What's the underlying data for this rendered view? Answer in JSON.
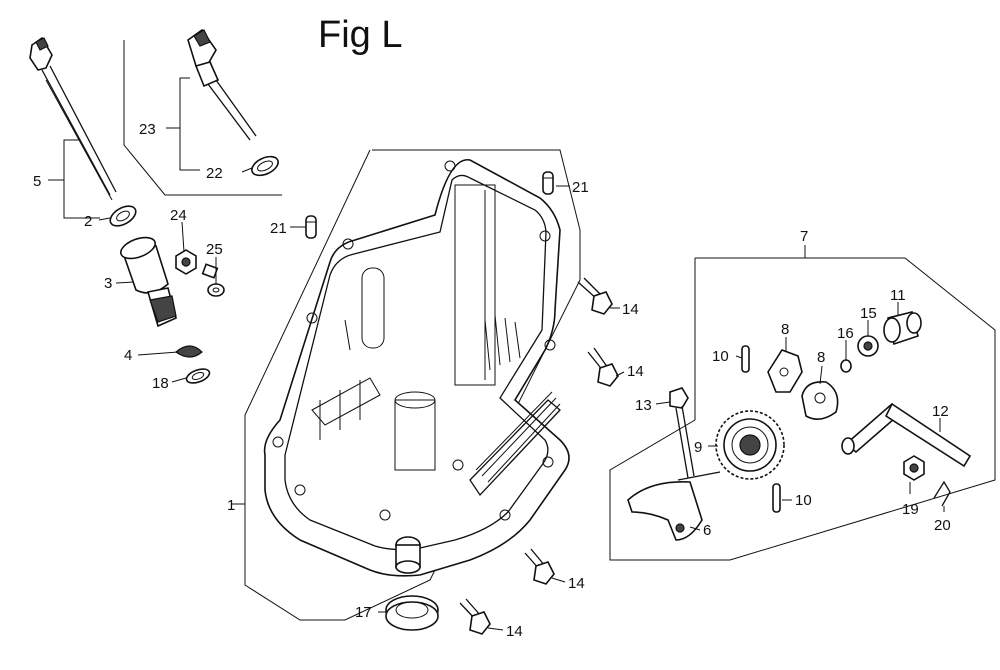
{
  "figure": {
    "title": "Fig L"
  },
  "callouts": [
    {
      "id": "c1",
      "label": "1"
    },
    {
      "id": "c2",
      "label": "2"
    },
    {
      "id": "c3",
      "label": "3"
    },
    {
      "id": "c4",
      "label": "4"
    },
    {
      "id": "c5",
      "label": "5"
    },
    {
      "id": "c6",
      "label": "6"
    },
    {
      "id": "c7",
      "label": "7"
    },
    {
      "id": "c8a",
      "label": "8"
    },
    {
      "id": "c8b",
      "label": "8"
    },
    {
      "id": "c9",
      "label": "9"
    },
    {
      "id": "c10a",
      "label": "10"
    },
    {
      "id": "c10b",
      "label": "10"
    },
    {
      "id": "c11",
      "label": "11"
    },
    {
      "id": "c12",
      "label": "12"
    },
    {
      "id": "c13",
      "label": "13"
    },
    {
      "id": "c14a",
      "label": "14"
    },
    {
      "id": "c14b",
      "label": "14"
    },
    {
      "id": "c14c",
      "label": "14"
    },
    {
      "id": "c14d",
      "label": "14"
    },
    {
      "id": "c15",
      "label": "15"
    },
    {
      "id": "c16",
      "label": "16"
    },
    {
      "id": "c17",
      "label": "17"
    },
    {
      "id": "c18",
      "label": "18"
    },
    {
      "id": "c19",
      "label": "19"
    },
    {
      "id": "c20",
      "label": "20"
    },
    {
      "id": "c21a",
      "label": "21"
    },
    {
      "id": "c21b",
      "label": "21"
    },
    {
      "id": "c22",
      "label": "22"
    },
    {
      "id": "c23",
      "label": "23"
    },
    {
      "id": "c24",
      "label": "24"
    },
    {
      "id": "c25",
      "label": "25"
    }
  ]
}
